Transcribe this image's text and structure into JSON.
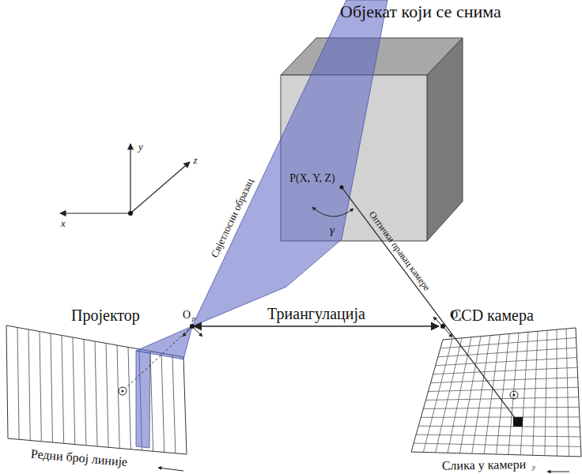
{
  "diagram": {
    "nodes": [
      {
        "text": [
          "Објекат који се снима"
        ]
      },
      {
        "text": [
          "Пројектор",
          "Редни број линије"
        ]
      },
      {
        "text": [
          "CCD камера",
          "Слика у камери"
        ]
      }
    ],
    "edges": [
      {
        "from": 1,
        "to": 2,
        "arrow": "both",
        "label": "Триангулација"
      }
    ],
    "labels": [
      "Свјетлосни образац",
      "P(X, Y, Z)",
      "γ",
      "Оптички правац камере",
      "O",
      "p",
      "O",
      "c",
      "y",
      "z",
      "x",
      "y"
    ]
  }
}
